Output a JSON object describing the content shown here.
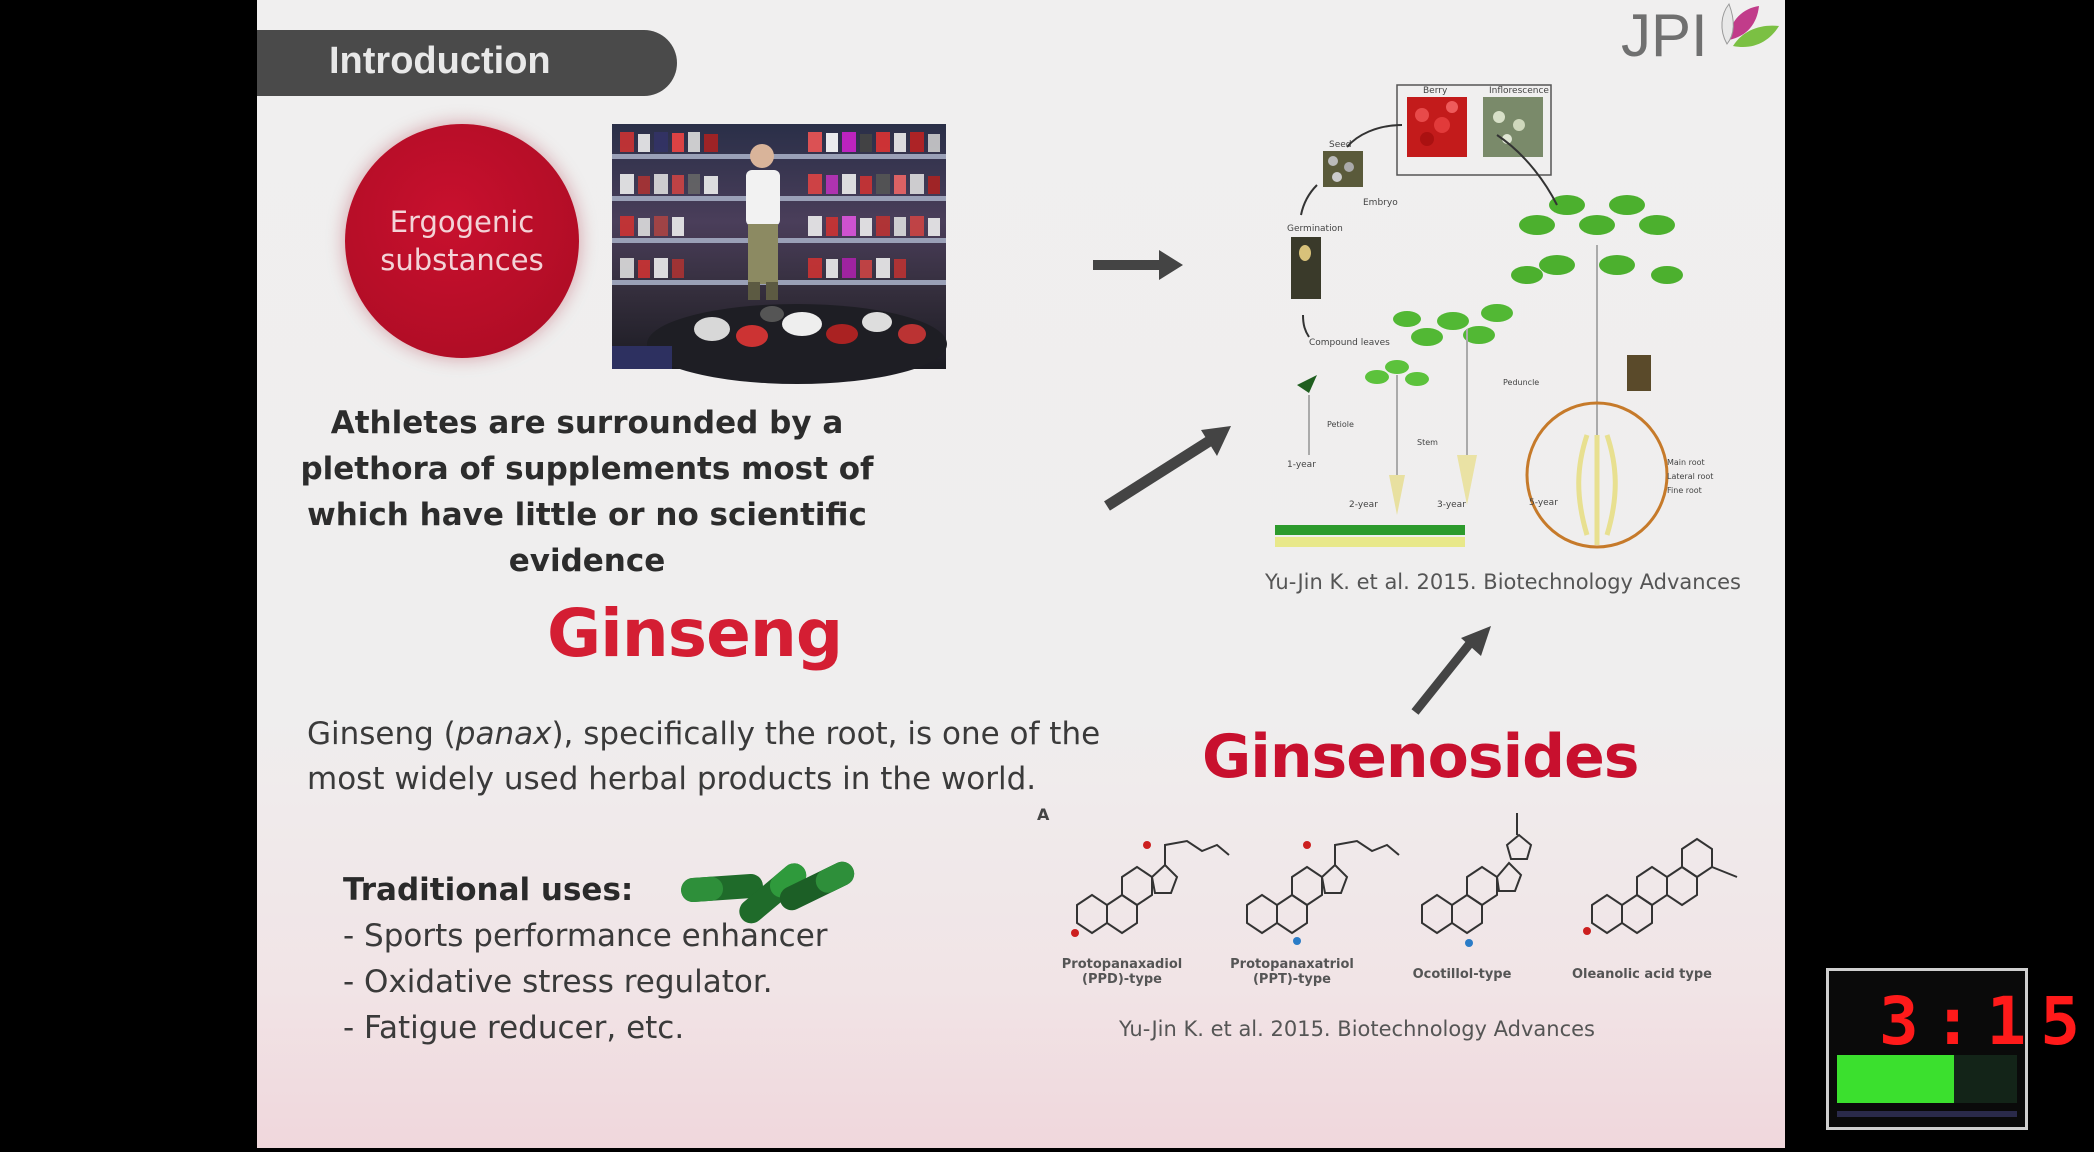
{
  "slide": {
    "section_tab": "Introduction",
    "logo_text": "JPI",
    "circle_label": "Ergogenic substances",
    "athletes_text": "Athletes are surrounded by a plethora of supplements most of which have little or no scientific evidence",
    "ginseng_title": "Ginseng",
    "ginseng_desc_part1": "Ginseng (",
    "ginseng_desc_italic": "panax",
    "ginseng_desc_part2": "), specifically the root, is one of the most widely used herbal products in the world.",
    "traditional_title": "Traditional uses:",
    "traditional_uses": [
      "- Sports performance enhancer",
      "- Oxidative stress regulator.",
      "- Fatigue reducer, etc."
    ],
    "ginsenosides_title": "Ginsenosides",
    "citation_top": "Yu-Jin K. et al. 2015. Biotechnology Advances",
    "citation_bottom": "Yu-Jin K. et al. 2015. Biotechnology Advances",
    "molecule_panel_letter": "A",
    "molecule_labels": [
      "Protopanaxadiol (PPD)-type",
      "Protopanaxatriol (PPT)-type",
      "Ocotillol-type",
      "Oleanolic acid type"
    ],
    "lifecycle_labels": {
      "berry": "Berry",
      "inflorescence": "Inflorescence",
      "seed": "Seed",
      "embryo": "Embryo",
      "germination": "Germination",
      "compound_leaves": "Compound leaves",
      "petiole": "Petiole",
      "stem": "Stem",
      "peduncle": "Peduncle",
      "year1": "1-year",
      "year2": "2-year",
      "year3": "3-year",
      "year5": "5-year",
      "main_root": "Main root",
      "lateral_root": "Lateral root",
      "fine_root": "Fine root"
    }
  },
  "timer": {
    "display": "3:15",
    "progress": 0.65,
    "digit_color": "#ff1a1a",
    "bar_color": "#3be02e"
  },
  "colors": {
    "ginseng_red": "#d41e33",
    "ginsenosides_red": "#c8102e",
    "tab_gray": "#4a4a4a"
  }
}
